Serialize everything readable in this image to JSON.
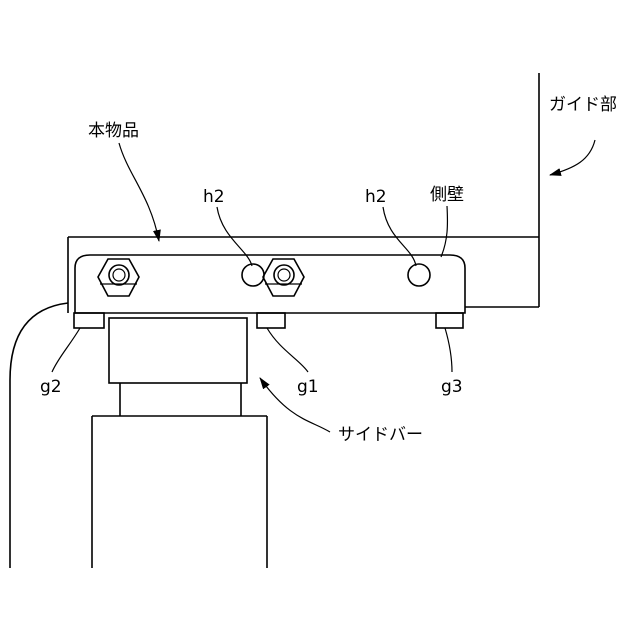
{
  "labels": {
    "guide": "ガイド部",
    "product": "本物品",
    "side_wall": "側壁",
    "side_bar": "サイドバー",
    "h2_left": "h2",
    "h2_right": "h2",
    "g1": "g1",
    "g2": "g2",
    "g3": "g3"
  }
}
